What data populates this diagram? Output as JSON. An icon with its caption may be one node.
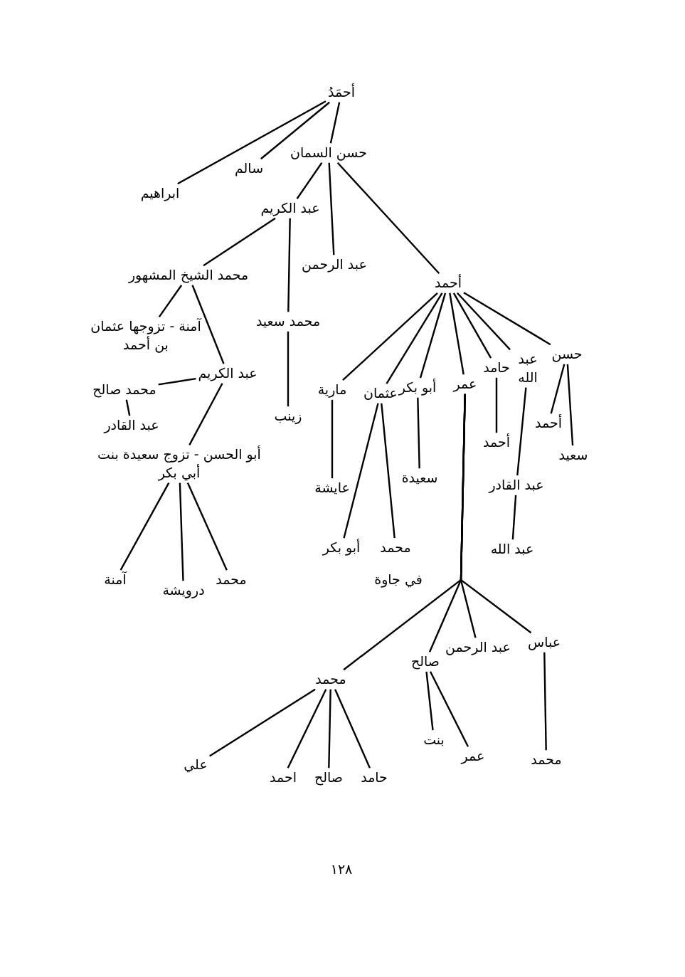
{
  "diagram": {
    "nodes": [
      {
        "text": [
          "أحمَدُ"
        ]
      },
      {
        "text": [
          "ابراهيم"
        ]
      },
      {
        "text": [
          "سالم"
        ]
      },
      {
        "text": [
          "حسن السمان"
        ]
      },
      {
        "text": [
          "عبد الكريم"
        ]
      },
      {
        "text": [
          "عبد الرحمن"
        ]
      },
      {
        "text": [
          "أحمد"
        ]
      },
      {
        "text": [
          "محمد الشيخ المشهور"
        ]
      },
      {
        "text": [
          "محمد سعيد"
        ]
      },
      {
        "text": [
          "آمنة - تزوجها عثمان بن أحمد"
        ]
      },
      {
        "text": [
          "عبد الكريم"
        ]
      },
      {
        "text": [
          "زينب"
        ]
      },
      {
        "text": [
          "محمد صالح"
        ]
      },
      {
        "text": [
          "عبد القادر"
        ]
      },
      {
        "text": [
          "أبو الحسن - تزوج سعيدة بنت أبي بكر"
        ]
      },
      {
        "text": [
          "آمنة"
        ]
      },
      {
        "text": [
          "درويشة"
        ]
      },
      {
        "text": [
          "محمد"
        ]
      },
      {
        "text": [
          "مارية"
        ]
      },
      {
        "text": [
          "عثمان"
        ]
      },
      {
        "text": [
          "أبو بكر"
        ]
      },
      {
        "text": [
          "عمر"
        ]
      },
      {
        "text": [
          "حامد"
        ]
      },
      {
        "text": [
          "عبد الله"
        ]
      },
      {
        "text": [
          "حسن"
        ]
      },
      {
        "text": [
          "عايشة"
        ]
      },
      {
        "text": [
          "سعيدة"
        ]
      },
      {
        "text": [
          "أحمد"
        ]
      },
      {
        "text": [
          "عبد القادر"
        ]
      },
      {
        "text": [
          "أحمد"
        ]
      },
      {
        "text": [
          "سعيد"
        ]
      },
      {
        "text": [
          "عبد الله"
        ]
      },
      {
        "text": [
          "أبو بكر"
        ]
      },
      {
        "text": [
          "محمد"
        ]
      },
      {
        "text": [
          "محمد"
        ]
      },
      {
        "text": [
          "صالح"
        ]
      },
      {
        "text": [
          "عبد الرحمن"
        ]
      },
      {
        "text": [
          "عباس"
        ]
      },
      {
        "text": [
          "علي"
        ]
      },
      {
        "text": [
          "احمد"
        ]
      },
      {
        "text": [
          "صالح"
        ]
      },
      {
        "text": [
          "حامد"
        ]
      },
      {
        "text": [
          "بنت"
        ]
      },
      {
        "text": [
          "عمر"
        ]
      },
      {
        "text": [
          "محمد"
        ]
      }
    ],
    "edges": [
      {
        "from": 0,
        "to": 1,
        "arrow": "none"
      },
      {
        "from": 0,
        "to": 2,
        "arrow": "none"
      },
      {
        "from": 0,
        "to": 3,
        "arrow": "none"
      },
      {
        "from": 3,
        "to": 4,
        "arrow": "none"
      },
      {
        "from": 3,
        "to": 5,
        "arrow": "none"
      },
      {
        "from": 3,
        "to": 6,
        "arrow": "none"
      },
      {
        "from": 4,
        "to": 7,
        "arrow": "none"
      },
      {
        "from": 4,
        "to": 8,
        "arrow": "none"
      },
      {
        "from": 7,
        "to": 9,
        "arrow": "none"
      },
      {
        "from": 7,
        "to": 10,
        "arrow": "none"
      },
      {
        "from": 8,
        "to": 11,
        "arrow": "none"
      },
      {
        "from": 10,
        "to": 12,
        "arrow": "none"
      },
      {
        "from": 12,
        "to": 13,
        "arrow": "none"
      },
      {
        "from": 10,
        "to": 14,
        "arrow": "none"
      },
      {
        "from": 14,
        "to": 15,
        "arrow": "none"
      },
      {
        "from": 14,
        "to": 16,
        "arrow": "none"
      },
      {
        "from": 14,
        "to": 17,
        "arrow": "none"
      },
      {
        "from": 6,
        "to": 18,
        "arrow": "none"
      },
      {
        "from": 6,
        "to": 19,
        "arrow": "none"
      },
      {
        "from": 6,
        "to": 20,
        "arrow": "none"
      },
      {
        "from": 6,
        "to": 21,
        "arrow": "none"
      },
      {
        "from": 6,
        "to": 22,
        "arrow": "none"
      },
      {
        "from": 6,
        "to": 23,
        "arrow": "none"
      },
      {
        "from": 6,
        "to": 24,
        "arrow": "none"
      },
      {
        "from": 18,
        "to": 25,
        "arrow": "none"
      },
      {
        "from": 19,
        "to": 32,
        "arrow": "none"
      },
      {
        "from": 19,
        "to": 33,
        "arrow": "none"
      },
      {
        "from": 20,
        "to": 26,
        "arrow": "none"
      },
      {
        "from": 21,
        "to": 34,
        "arrow": "none"
      },
      {
        "from": 21,
        "to": 35,
        "arrow": "none"
      },
      {
        "from": 21,
        "to": 36,
        "arrow": "none"
      },
      {
        "from": 21,
        "to": 37,
        "arrow": "none"
      },
      {
        "from": 22,
        "to": 27,
        "arrow": "none"
      },
      {
        "from": 23,
        "to": 28,
        "arrow": "none"
      },
      {
        "from": 28,
        "to": 31,
        "arrow": "none"
      },
      {
        "from": 24,
        "to": 29,
        "arrow": "none"
      },
      {
        "from": 24,
        "to": 30,
        "arrow": "none"
      },
      {
        "from": 34,
        "to": 38,
        "arrow": "none"
      },
      {
        "from": 34,
        "to": 39,
        "arrow": "none"
      },
      {
        "from": 34,
        "to": 40,
        "arrow": "none"
      },
      {
        "from": 34,
        "to": 41,
        "arrow": "none"
      },
      {
        "from": 35,
        "to": 42,
        "arrow": "none"
      },
      {
        "from": 35,
        "to": 43,
        "arrow": "none"
      },
      {
        "from": 37,
        "to": 44,
        "arrow": "none"
      }
    ],
    "labels": [
      "في جاوة",
      "١٢٨"
    ]
  }
}
